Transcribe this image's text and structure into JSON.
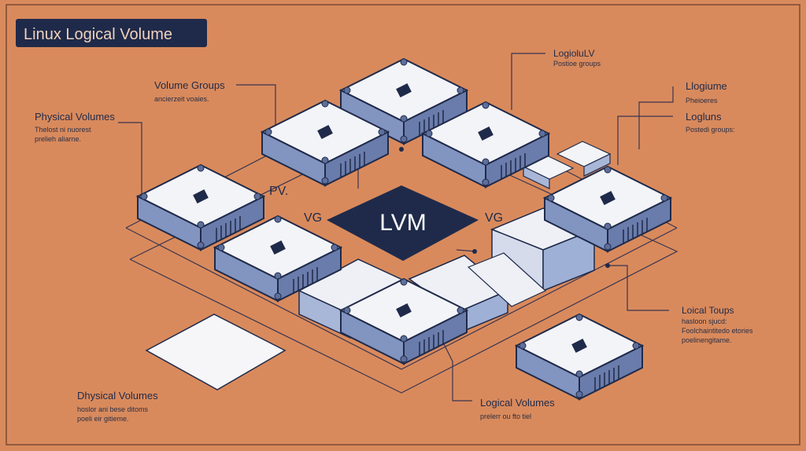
{
  "title": "Linux Logical Volume",
  "center_label": "LVM",
  "pv_tag": "PV.",
  "vg_left": "VG",
  "vg_right": "VG",
  "callouts": {
    "volume_groups": {
      "title": "Volume Groups",
      "sub": "ancierzeit voaies."
    },
    "physical_top": {
      "title": "Physical Volumes",
      "sub": [
        "Thelost ni nuorest",
        "prelieh aliarne."
      ]
    },
    "logical_lv": {
      "title": "LogioluLV",
      "sub": "Postioe groups"
    },
    "logiume": {
      "title": "Llogiume",
      "sub": "Pheioeres"
    },
    "logluns": {
      "title": "Logluns",
      "sub": "Postedi groups:"
    },
    "loical_toups": {
      "title": "Loical Toups",
      "sub": [
        "hasloon sjucd:",
        "Foolchaintitedo etories",
        "poelinengitame."
      ]
    },
    "physical_bottom": {
      "title": "Dhysical Volumes",
      "sub": [
        "hoslor ani bese ditoms",
        "poeli eir gitieme."
      ]
    },
    "logical_volumes": {
      "title": "Logical Volumes",
      "sub": "prelerr ou fto tiel"
    }
  },
  "colors": {
    "background": "#d98a5c",
    "navy": "#1f2a4a",
    "panel_top": "#f3f4f8",
    "panel_side": "#8294c0",
    "panel_side_dark": "#5d6f9c"
  }
}
